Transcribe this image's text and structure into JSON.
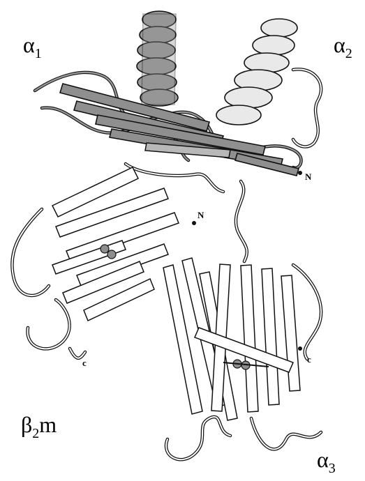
{
  "labels": {
    "alpha1": {
      "base": "α",
      "sub": "1"
    },
    "alpha2": {
      "base": "α",
      "sub": "2"
    },
    "alpha3": {
      "base": "α",
      "sub": "3"
    },
    "beta2m": {
      "base": "β",
      "sub": "2",
      "suffix": "m"
    },
    "n_term_top": "N",
    "n_term_mid": "N",
    "c_term_left": "c",
    "c_term_right": "c"
  }
}
